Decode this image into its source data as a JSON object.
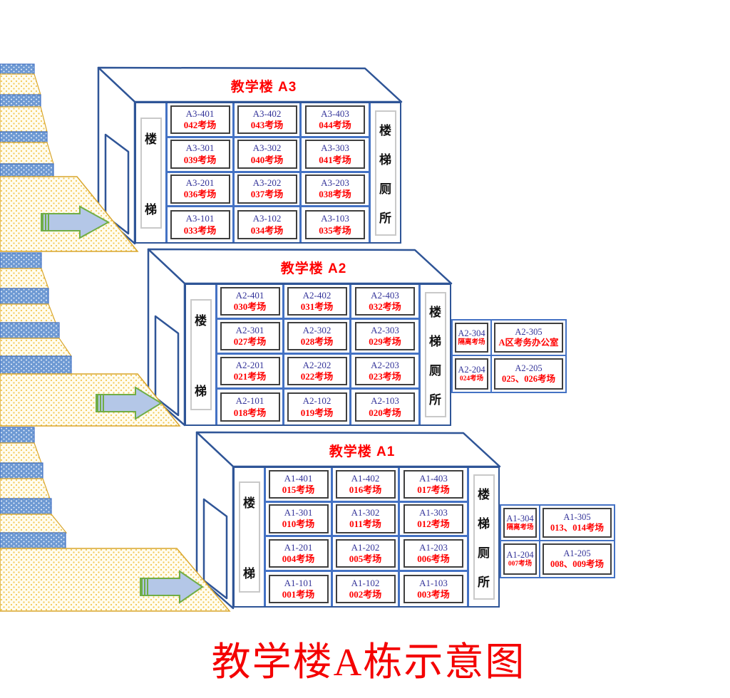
{
  "caption": "教学楼A栋示意图",
  "colors": {
    "shell_outline": "#2F5597",
    "grid_line": "#4472C4",
    "room_number": "#333399",
    "highlight_red": "#FF0000",
    "step_yellow": "#F3C84F",
    "step_blue": "#6D99D3",
    "arrow_fill": "#B4C7E7",
    "arrow_stroke": "#70AD47"
  },
  "buildings": [
    {
      "id": "A3",
      "title": "教学楼 A3",
      "stair_chars": [
        "楼",
        "梯"
      ],
      "wc_chars": [
        "楼",
        "梯",
        "厕",
        "所"
      ],
      "rooms": [
        [
          {
            "room": "A3-401",
            "exam": "042考场"
          },
          {
            "room": "A3-402",
            "exam": "043考场"
          },
          {
            "room": "A3-403",
            "exam": "044考场"
          }
        ],
        [
          {
            "room": "A3-301",
            "exam": "039考场"
          },
          {
            "room": "A3-302",
            "exam": "040考场"
          },
          {
            "room": "A3-303",
            "exam": "041考场"
          }
        ],
        [
          {
            "room": "A3-201",
            "exam": "036考场"
          },
          {
            "room": "A3-202",
            "exam": "037考场"
          },
          {
            "room": "A3-203",
            "exam": "038考场"
          }
        ],
        [
          {
            "room": "A3-101",
            "exam": "033考场"
          },
          {
            "room": "A3-102",
            "exam": "034考场"
          },
          {
            "room": "A3-103",
            "exam": "035考场"
          }
        ]
      ],
      "annex": null
    },
    {
      "id": "A2",
      "title": "教学楼 A2",
      "stair_chars": [
        "楼",
        "梯"
      ],
      "wc_chars": [
        "楼",
        "梯",
        "厕",
        "所"
      ],
      "rooms": [
        [
          {
            "room": "A2-401",
            "exam": "030考场"
          },
          {
            "room": "A2-402",
            "exam": "031考场"
          },
          {
            "room": "A2-403",
            "exam": "032考场"
          }
        ],
        [
          {
            "room": "A2-301",
            "exam": "027考场"
          },
          {
            "room": "A2-302",
            "exam": "028考场"
          },
          {
            "room": "A2-303",
            "exam": "029考场"
          }
        ],
        [
          {
            "room": "A2-201",
            "exam": "021考场"
          },
          {
            "room": "A2-202",
            "exam": "022考场"
          },
          {
            "room": "A2-203",
            "exam": "023考场"
          }
        ],
        [
          {
            "room": "A2-101",
            "exam": "018考场"
          },
          {
            "room": "A2-102",
            "exam": "019考场"
          },
          {
            "room": "A2-103",
            "exam": "020考场"
          }
        ]
      ],
      "annex": {
        "cells": [
          {
            "room": "A2-304",
            "exam": "隔离考场"
          },
          {
            "room": "A2-305",
            "exam": "A区考务办公室"
          },
          {
            "room": "A2-204",
            "exam": "024考场"
          },
          {
            "room": "A2-205",
            "exam": "025、026考场"
          }
        ]
      }
    },
    {
      "id": "A1",
      "title": "教学楼 A1",
      "stair_chars": [
        "楼",
        "梯"
      ],
      "wc_chars": [
        "楼",
        "梯",
        "厕",
        "所"
      ],
      "rooms": [
        [
          {
            "room": "A1-401",
            "exam": "015考场"
          },
          {
            "room": "A1-402",
            "exam": "016考场"
          },
          {
            "room": "A1-403",
            "exam": "017考场"
          }
        ],
        [
          {
            "room": "A1-301",
            "exam": "010考场"
          },
          {
            "room": "A1-302",
            "exam": "011考场"
          },
          {
            "room": "A1-303",
            "exam": "012考场"
          }
        ],
        [
          {
            "room": "A1-201",
            "exam": "004考场"
          },
          {
            "room": "A1-202",
            "exam": "005考场"
          },
          {
            "room": "A1-203",
            "exam": "006考场"
          }
        ],
        [
          {
            "room": "A1-101",
            "exam": "001考场"
          },
          {
            "room": "A1-102",
            "exam": "002考场"
          },
          {
            "room": "A1-103",
            "exam": "003考场"
          }
        ]
      ],
      "annex": {
        "cells": [
          {
            "room": "A1-304",
            "exam": "隔离考场"
          },
          {
            "room": "A1-305",
            "exam": "013、014考场"
          },
          {
            "room": "A1-204",
            "exam": "007考场"
          },
          {
            "room": "A1-205",
            "exam": "008、009考场"
          }
        ]
      }
    }
  ]
}
